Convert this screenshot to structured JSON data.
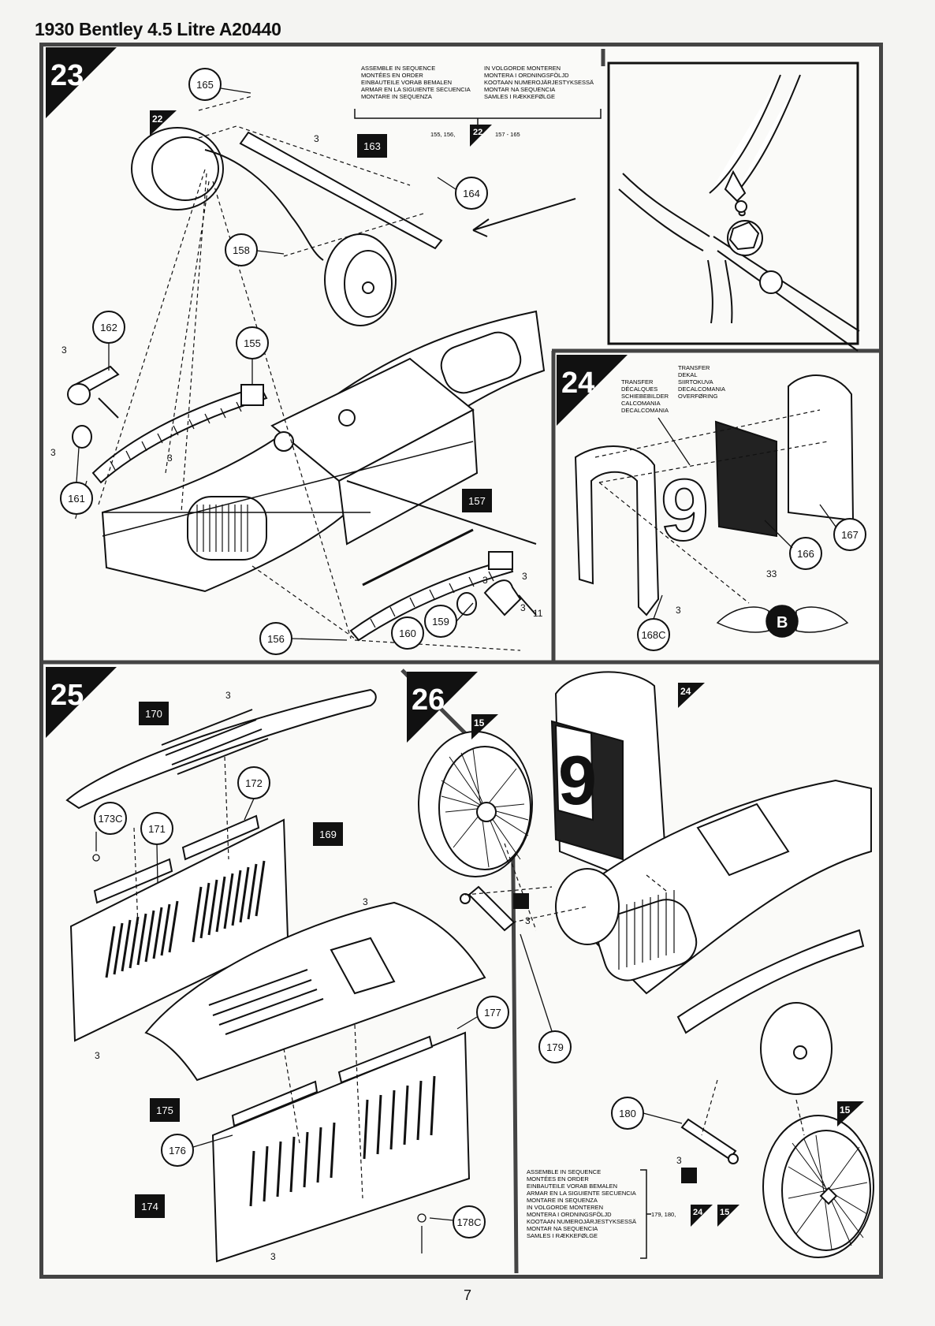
{
  "header": {
    "title": "1930 Bentley 4.5 Litre A20440"
  },
  "footer": {
    "page_number": "7"
  },
  "steps": {
    "s23": {
      "number": "23",
      "sequence_left": [
        "ASSEMBLE IN SEQUENCE",
        "MONTÉES EN ORDER",
        "EINBAUTEILE VORAB BEMALEN",
        "ARMAR EN LA SIGUIENTE SECUENCIA",
        "MONTARE IN SEQUENZA"
      ],
      "sequence_right": [
        "IN VOLGORDE MONTEREN",
        "MONTERA I ORDNINGSFÖLJD",
        "KOOTAAN NUMEROJÄRJESTYKSESSÄ",
        "MONTAR NA SEQUENCIA",
        "SAMLES I RÆKKEFØLGE"
      ],
      "sequence_ref_left": "155, 156,",
      "sequence_ref_step": "22",
      "sequence_ref_right": "157 - 165",
      "step_ref": "22",
      "parts_circle": [
        "165",
        "164",
        "158",
        "162",
        "155",
        "161",
        "156",
        "160",
        "159"
      ],
      "parts_box": [
        "163",
        "157"
      ],
      "colour_codes": [
        "3",
        "3",
        "3",
        "3",
        "3",
        "3",
        "3",
        "11"
      ]
    },
    "s24": {
      "number": "24",
      "transfer_left": [
        "TRANSFER",
        "DÉCALQUES",
        "SCHIEBEBILDER",
        "CALCOMANIA",
        "DECALCOMANIA"
      ],
      "transfer_right": [
        "TRANSFER",
        "DEKAL",
        "SIIRTOKUVA",
        "DECALCOMANIA",
        "OVERFØRING"
      ],
      "decal_number": "9",
      "badge_letter": "B",
      "parts_circle": [
        "167",
        "166",
        "168C"
      ],
      "colour_codes": [
        "33",
        "3"
      ]
    },
    "s25": {
      "number": "25",
      "parts_circle": [
        "172",
        "173C",
        "171",
        "177",
        "176",
        "178C"
      ],
      "parts_box": [
        "170",
        "169",
        "175",
        "174"
      ],
      "colour_codes": [
        "3",
        "3",
        "3",
        "3"
      ]
    },
    "s26": {
      "number": "26",
      "step_refs": [
        "15",
        "24",
        "15"
      ],
      "decal_number": "9",
      "parts_circle": [
        "179",
        "180"
      ],
      "colour_codes": [
        "3",
        "3"
      ],
      "sequence": [
        "ASSEMBLE IN SEQUENCE",
        "MONTÉES EN ORDER",
        "EINBAUTEILE VORAB BEMALEN",
        "ARMAR EN LA SIGUIENTE SECUENCIA",
        "MONTARE IN SEQUENZA",
        "IN VOLGORDE MONTEREN",
        "MONTERA I ORDNINGSFÖLJD",
        "KOOTAAN NUMEROJÄRJESTYKSESSÄ",
        "MONTAR NA SEQUENCIA",
        "SAMLES I RÆKKEFØLGE"
      ],
      "sequence_ref": "179, 180,",
      "sequence_ref_steps": [
        "24",
        "15"
      ]
    }
  },
  "colors": {
    "ink": "#111111",
    "paper": "#fafaf8",
    "frame": "#444444"
  },
  "icons": [
    "black-triangle-step-marker",
    "black-square-paint-marker",
    "bentley-wings-badge-icon",
    "glue-tube-icon"
  ]
}
